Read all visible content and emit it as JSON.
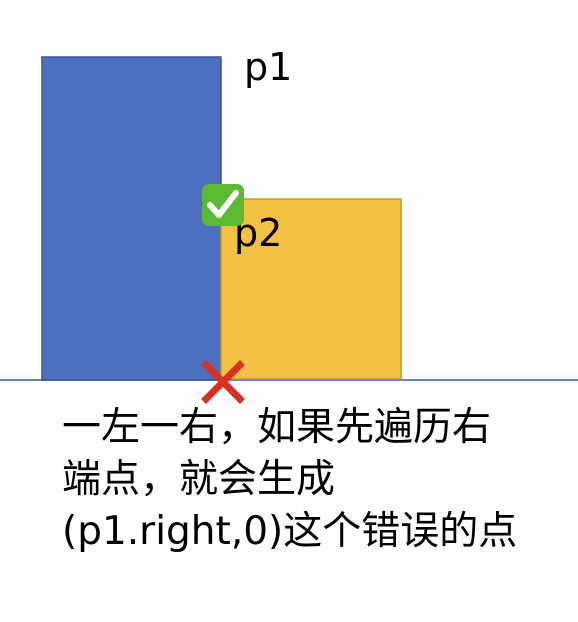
{
  "labels": {
    "p1": "p1",
    "p2": "p2"
  },
  "markers": {
    "correct_point": {
      "icon": "check-mark-icon",
      "color": "#5db832"
    },
    "wrong_point": {
      "icon": "cross-mark-icon",
      "color": "#d83025"
    }
  },
  "colors": {
    "rect_p1_fill": "#4d6fc1",
    "rect_p1_stroke": "#3a558f",
    "rect_p2_fill": "#f3c244",
    "rect_p2_stroke": "#c59a2c",
    "baseline": "#3f5aa4"
  },
  "caption": {
    "line1": "一左一右，如果先遍历右",
    "line2": "端点，就会生成",
    "line3": "(p1.right,0)这个错误的点"
  }
}
